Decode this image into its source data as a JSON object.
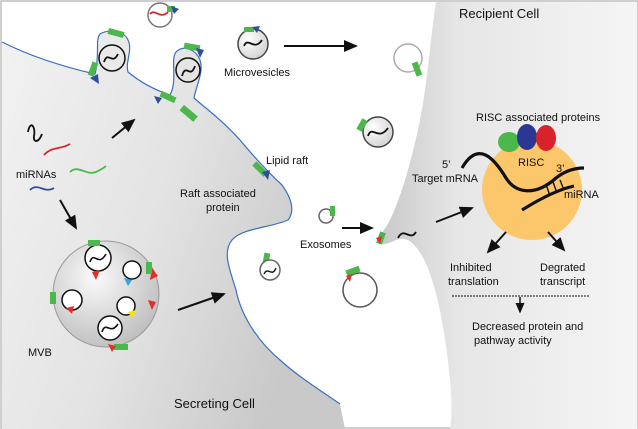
{
  "labels": {
    "recipient_cell": "Recipient Cell",
    "secreting_cell": "Secreting Cell",
    "microvesicles": "Microvesicles",
    "mirnas": "miRNAs",
    "lipid_raft": "Lipid raft",
    "raft_associated_line1": "Raft associated",
    "raft_associated_line2": "protein",
    "exosomes": "Exosomes",
    "mvb": "MVB",
    "risc_associated": "RISC associated proteins",
    "risc": "RISC",
    "five_prime": "5’",
    "three_prime": "3’",
    "target_mrna": "Target mRNA",
    "mirna": "miRNA",
    "inhibited_line1": "Inhibited",
    "inhibited_line2": "translation",
    "degrated_line1": "Degrated",
    "degrated_line2": "transcript",
    "decreased_line1": "Decreased protein and",
    "decreased_line2": "pathway activity"
  },
  "colors": {
    "frame": "#bfbfbf",
    "cell_gray": "#d9d9d9",
    "membrane": "#3a6fc4",
    "raft_green": "#4cb84c",
    "protein_blue": "#2e4f9e",
    "protein_red": "#e0302e",
    "risc_orange": "#fcc66a",
    "risc_green": "#4cb84c",
    "risc_navy": "#2a3794",
    "risc_red": "#d8232a",
    "mirna_red": "#d9262b",
    "mirna_green": "#4cb84c",
    "mirna_blue": "#2e4f9e"
  }
}
